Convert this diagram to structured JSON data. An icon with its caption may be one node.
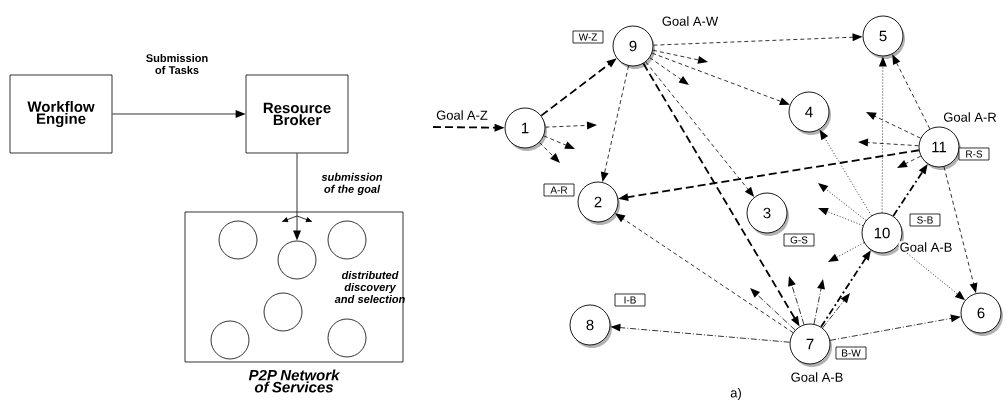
{
  "diagram": {
    "nodes": [
      {
        "text": [
          "Workflow Engine"
        ]
      },
      {
        "text": [
          "Resource Broker"
        ]
      },
      {
        "text": [
          "distributed discovery and selection",
          "P2P Network of Services"
        ]
      },
      {
        "text": [],
        "shape": "circle",
        "in": 2
      },
      {
        "text": [],
        "shape": "circle",
        "in": 2
      },
      {
        "text": [],
        "shape": "circle",
        "in": 2
      },
      {
        "text": [],
        "shape": "circle",
        "in": 2
      },
      {
        "text": [],
        "shape": "circle",
        "in": 2
      },
      {
        "text": [],
        "shape": "circle",
        "in": 2
      },
      {
        "text": [
          "9"
        ],
        "beside": [
          "Goal A-W"
        ]
      },
      {
        "text": [
          "5"
        ]
      },
      {
        "text": [
          "1"
        ]
      },
      {
        "text": [
          "4"
        ]
      },
      {
        "text": [
          "11"
        ],
        "beside": [
          "Goal A-R"
        ]
      },
      {
        "text": [
          "2"
        ]
      },
      {
        "text": [
          "3"
        ]
      },
      {
        "text": [
          "10"
        ],
        "beside": [
          "Goal A-B"
        ]
      },
      {
        "text": [
          "8"
        ]
      },
      {
        "text": [
          "7"
        ],
        "beside": [
          "Goal A-B"
        ]
      },
      {
        "text": [
          "6"
        ]
      },
      {
        "text": [
          "W-Z"
        ]
      },
      {
        "text": [
          "A-R"
        ]
      },
      {
        "text": [
          "R-S"
        ]
      },
      {
        "text": [
          "S-B"
        ]
      },
      {
        "text": [
          "G-S"
        ]
      },
      {
        "text": [
          "I-B"
        ]
      },
      {
        "text": [
          "B-W"
        ]
      }
    ],
    "edges": [
      {
        "from": 0,
        "to": 1,
        "arrow": "to",
        "label": "Submission of Tasks"
      },
      {
        "from": 1,
        "to": 4,
        "arrow": "to",
        "label": "submission of the goal"
      },
      {
        "from": null,
        "to": 11,
        "arrow": "to",
        "style": "dashed",
        "label": "Goal A-Z"
      },
      {
        "from": 11,
        "to": 9,
        "arrow": "to",
        "style": "dashed"
      },
      {
        "from": 11,
        "to": null,
        "arrow": "to",
        "style": "dashed"
      },
      {
        "from": 11,
        "to": null,
        "arrow": "to",
        "style": "dashed"
      },
      {
        "from": 11,
        "to": null,
        "arrow": "to",
        "style": "dashed"
      },
      {
        "from": 9,
        "to": 10,
        "arrow": "to",
        "style": "dashed"
      },
      {
        "from": 9,
        "to": null,
        "arrow": "to",
        "style": "dashed"
      },
      {
        "from": 9,
        "to": null,
        "arrow": "to",
        "style": "dashed"
      },
      {
        "from": 9,
        "to": 12,
        "arrow": "to",
        "style": "dashed"
      },
      {
        "from": 9,
        "to": 14,
        "arrow": "to",
        "style": "dashed"
      },
      {
        "from": 9,
        "to": 15,
        "arrow": "to",
        "style": "dashed"
      },
      {
        "from": 9,
        "to": 18,
        "arrow": "to",
        "style": "dashed"
      },
      {
        "from": 13,
        "to": 10,
        "arrow": "to",
        "style": "dashed"
      },
      {
        "from": 13,
        "to": null,
        "arrow": "to",
        "style": "dashed"
      },
      {
        "from": 13,
        "to": null,
        "arrow": "to",
        "style": "dashed"
      },
      {
        "from": 13,
        "to": null,
        "arrow": "to",
        "style": "dashed"
      },
      {
        "from": 13,
        "to": 14,
        "arrow": "to",
        "style": "dashed"
      },
      {
        "from": 13,
        "to": 19,
        "arrow": "to",
        "style": "dashed"
      },
      {
        "from": 16,
        "to": 10,
        "arrow": "to",
        "style": "dashed"
      },
      {
        "from": 16,
        "to": 12,
        "arrow": "to",
        "style": "dashed"
      },
      {
        "from": 16,
        "to": null,
        "arrow": "to",
        "style": "dashed"
      },
      {
        "from": 16,
        "to": null,
        "arrow": "to",
        "style": "dashed"
      },
      {
        "from": 16,
        "to": null,
        "arrow": "to",
        "style": "dashed"
      },
      {
        "from": 16,
        "to": 19,
        "arrow": "to",
        "style": "dashed"
      },
      {
        "from": 16,
        "to": 13,
        "arrow": "to",
        "style": "dashed"
      },
      {
        "from": 18,
        "to": 14,
        "arrow": "to",
        "style": "dashed"
      },
      {
        "from": 18,
        "to": null,
        "arrow": "to",
        "style": "dashed"
      },
      {
        "from": 18,
        "to": null,
        "arrow": "to",
        "style": "dashed"
      },
      {
        "from": 18,
        "to": null,
        "arrow": "to",
        "style": "dashed"
      },
      {
        "from": 18,
        "to": null,
        "arrow": "to",
        "style": "dashed"
      },
      {
        "from": 18,
        "to": 16,
        "arrow": "to",
        "style": "dashed"
      },
      {
        "from": 18,
        "to": 17,
        "arrow": "to",
        "style": "dashed"
      },
      {
        "from": 18,
        "to": 19,
        "arrow": "to",
        "style": "dashed"
      }
    ],
    "labels": [
      "a)"
    ]
  }
}
